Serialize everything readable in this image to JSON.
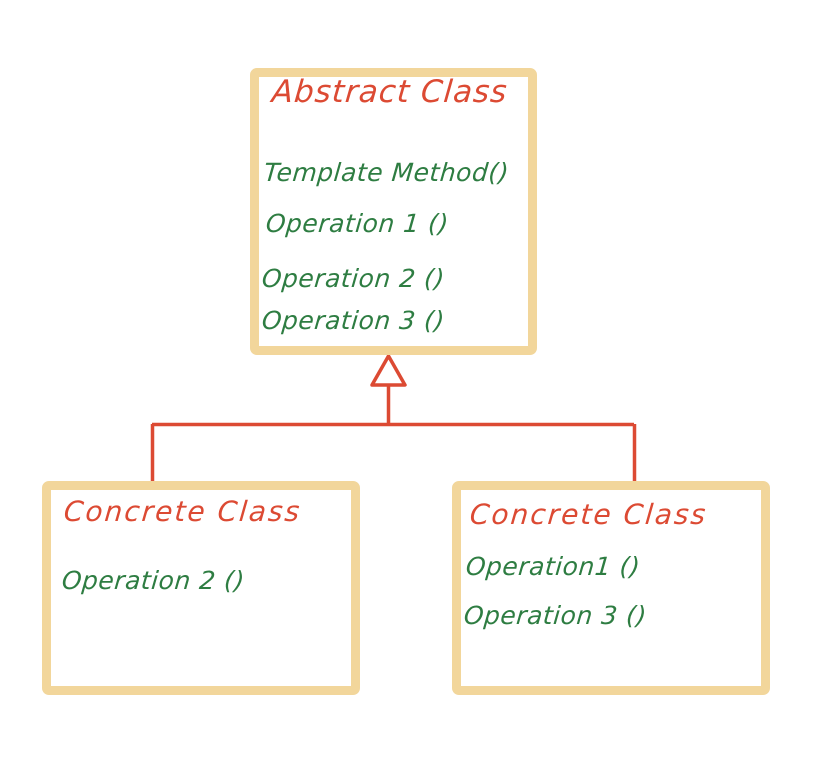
{
  "diagram": {
    "type": "uml-class-diagram",
    "pattern": "Template Method",
    "style": "hand-drawn",
    "colors": {
      "box_border": "#f2d69b",
      "box_fill": "#ffffff",
      "title_text": "#dc4a33",
      "method_text": "#2e7d42",
      "connector": "#dc4a33",
      "background": "#ffffff"
    },
    "nodes": [
      {
        "id": "abstract-class",
        "title": "Abstract Class",
        "methods": [
          "Template Method()",
          "Operation 1 ()",
          "Operation 2 ()",
          "Operation 3 ()"
        ]
      },
      {
        "id": "concrete-class-left",
        "title": "Concrete Class",
        "methods": [
          "Operation 2 ()"
        ]
      },
      {
        "id": "concrete-class-right",
        "title": "Concrete Class",
        "methods": [
          "Operation1 ()",
          "Operation 3 ()"
        ]
      }
    ],
    "relationships": [
      {
        "kind": "generalization",
        "arrowhead": "hollow-triangle",
        "from": "concrete-class-left",
        "to": "abstract-class"
      },
      {
        "kind": "generalization",
        "arrowhead": "hollow-triangle",
        "from": "concrete-class-right",
        "to": "abstract-class"
      }
    ]
  }
}
